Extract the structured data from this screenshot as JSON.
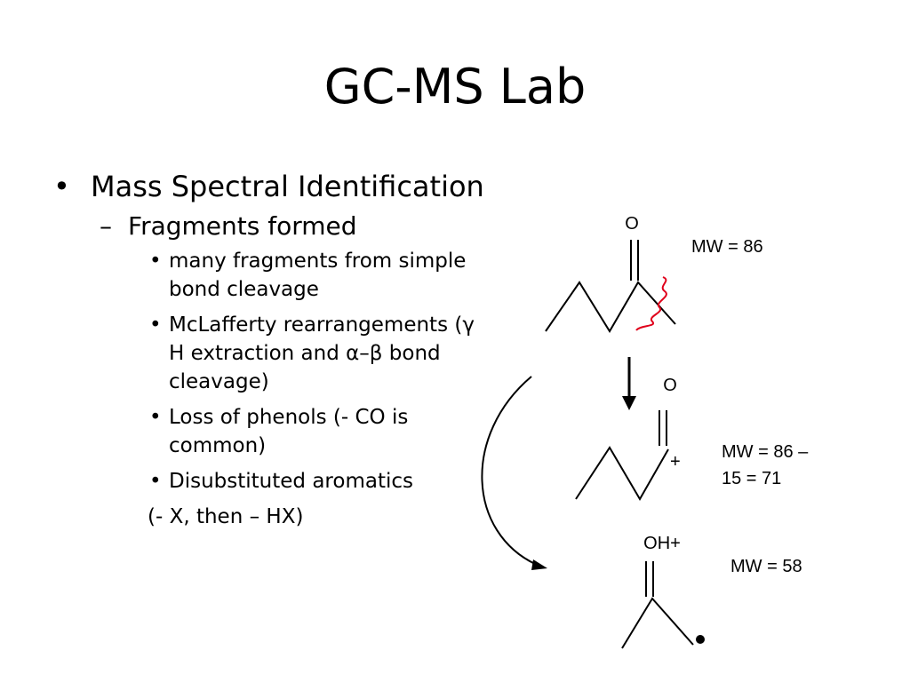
{
  "slide": {
    "title": "GC-MS Lab",
    "bullet_1": "Mass Spectral Identification",
    "sub_1": "Fragments formed",
    "items": [
      "many fragments from simple bond cleavage",
      "McLafferty rearrangements (γ H extraction and α–β bond cleavage)",
      "Loss of phenols (- CO is common)",
      "Disubstituted aromatics"
    ],
    "note": "(- X, then – HX)"
  },
  "diagram": {
    "mol1_oxygen": "O",
    "mol1_mw": "MW = 86",
    "mol2_oxygen": "O",
    "mol2_charge": "+",
    "mol2_mw_line1": "MW = 86 –",
    "mol2_mw_line2": "15 = 71",
    "mol3_group": "OH+",
    "mol3_mw": "MW = 58"
  },
  "colors": {
    "cleavage_mark": "#e0001b",
    "text": "#000000"
  }
}
